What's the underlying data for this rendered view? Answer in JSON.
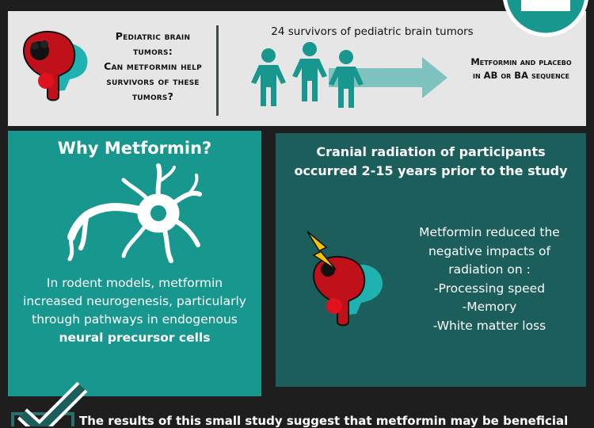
{
  "top": {
    "title_line1": "Pediatric brain",
    "title_line2": "tumors:",
    "question": "Can metformin help survivors of these tumors?",
    "survivors_caption": "24 survivors of pediatric brain tumors",
    "design_label": "Metformin and placebo in AB or BA sequence"
  },
  "why": {
    "title": "Why Metformin?",
    "text_before": "In rodent models, metformin increased neurogenesis, particularly through pathways in endogenous ",
    "text_bold": "neural precursor cells"
  },
  "radiation": {
    "heading_line1": "Cranial radiation of participants",
    "heading_line2": "occurred 2-15 years prior to the study",
    "effects": [
      "Metformin reduced the",
      "negative impacts of",
      "radiation on :",
      "-Processing speed",
      "-Memory",
      "-White matter loss"
    ]
  },
  "conclusion": {
    "text": "The results of this small study suggest that metformin may be beneficial"
  },
  "colors": {
    "teal": "#17978e",
    "dark_teal": "#1b5e5b",
    "brain_red": "#c0101a",
    "light_bg": "#e6e6e6"
  },
  "icons": [
    "brain-tumor-icon",
    "people-icon",
    "arrow-right-icon",
    "neuron-icon",
    "lightning-icon",
    "checkmark-icon",
    "logo-icon"
  ]
}
